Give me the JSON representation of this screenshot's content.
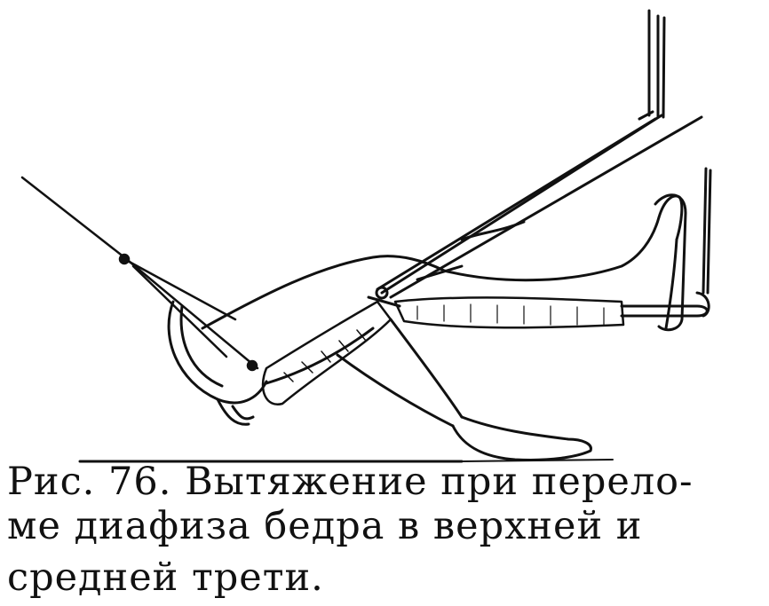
{
  "caption": {
    "line1": "Рис. 76. Вытяжение при перело-",
    "line2": "ме диафиза бедра в верхней и",
    "line3": "средней трети."
  },
  "colors": {
    "ink": "#111111",
    "paper": "#ffffff"
  }
}
